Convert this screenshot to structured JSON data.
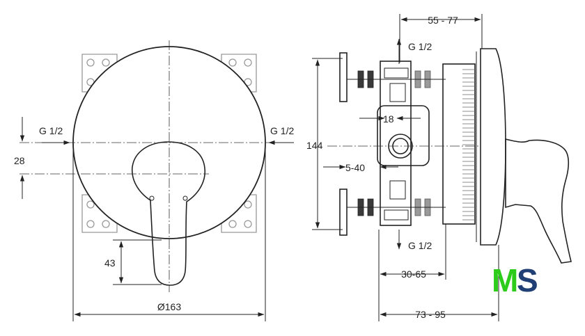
{
  "labels": {
    "g_left": "G 1/2",
    "g_right": "G 1/2",
    "dim_28": "28",
    "dim_43": "43",
    "dim_diameter": "Ø163",
    "dim_55_77": "55 - 77",
    "g_top": "G 1/2",
    "dim_18": "18",
    "dim_144": "144",
    "dim_5_40": "5-40",
    "g_bottom": "G 1/2",
    "dim_30_65": "30-65",
    "dim_73_95": "73 - 95"
  },
  "logo": {
    "letter_m": "M",
    "letter_s": "S",
    "color_m": "#2ecc1a",
    "color_s": "#1f3f75"
  }
}
